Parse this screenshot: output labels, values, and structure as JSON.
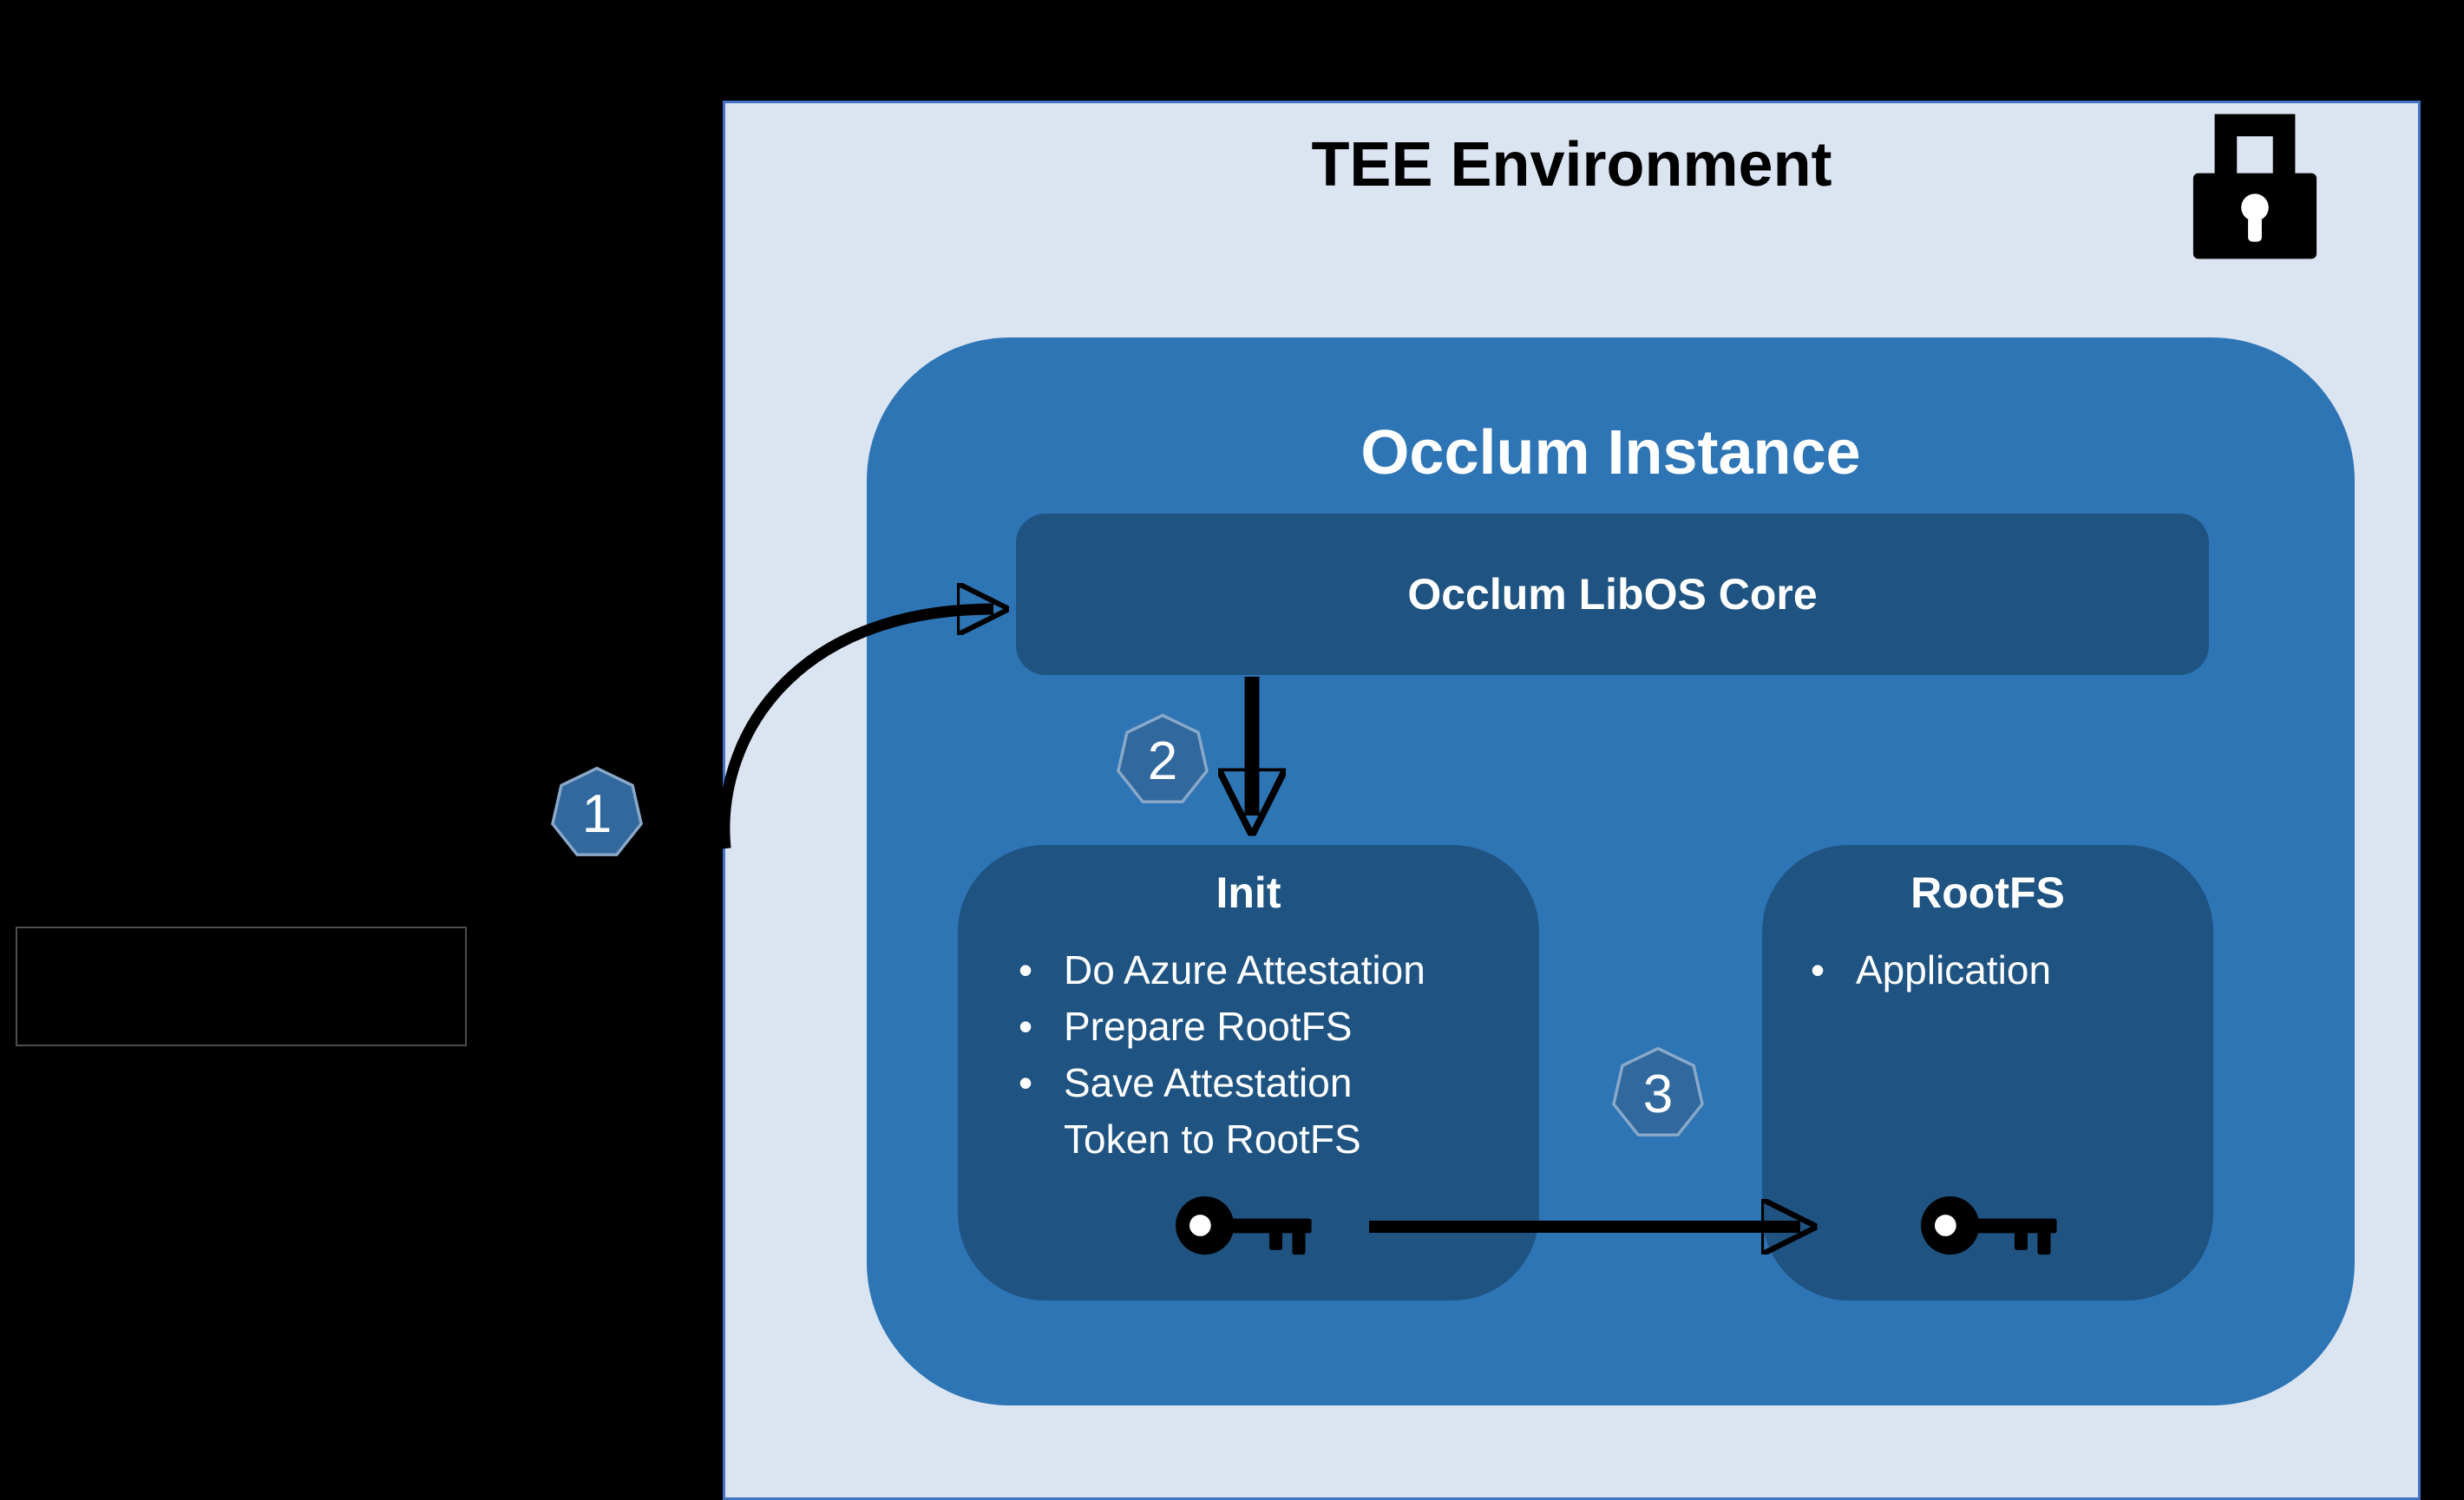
{
  "colors": {
    "background": "#000000",
    "tee_fill": "#dbe5f2",
    "tee_border": "#4472c4",
    "instance_fill": "#2e75b6",
    "inner_box_fill": "#1f5381",
    "badge_fill": "#31689d",
    "badge_stroke": "#8aa9c9",
    "title_dark": "#000000",
    "text_light": "#ffffff",
    "arrow_color": "#000000",
    "hidden_box_border": "#4d4d4d"
  },
  "icons": {
    "tee_corner": "lock-icon",
    "init_box": "key-icon",
    "rootfs_box": "key-icon",
    "step_marker": "heptagon-badge"
  },
  "tee": {
    "title": "TEE Environment"
  },
  "instance": {
    "title": "Occlum Instance",
    "libos_core": {
      "label": "Occlum LibOS Core"
    },
    "init_box": {
      "title": "Init",
      "bullets": [
        "Do Azure Attestation",
        "Prepare RootFS",
        "Save Attestation Token to RootFS"
      ]
    },
    "rootfs_box": {
      "title": "RootFS",
      "bullets": [
        "Application"
      ]
    }
  },
  "steps": [
    {
      "number": "1"
    },
    {
      "number": "2"
    },
    {
      "number": "3"
    }
  ]
}
